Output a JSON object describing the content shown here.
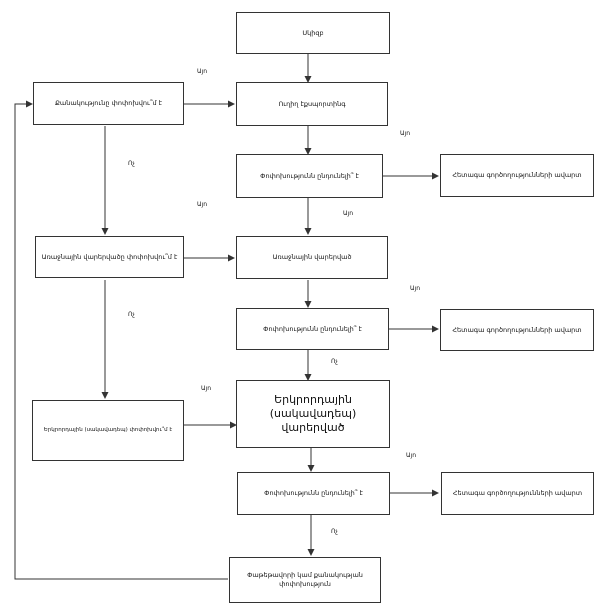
{
  "nodes": {
    "start": "Սկիզբ",
    "direct_purchase": "Ուղիղ էքսպորտինգ",
    "q_quantity": "Քանակությունը փոփոխվու՞մ է",
    "q_changes_1": "Փոփոխությունն ընդունելի՞ է",
    "result_1": "Հետագա գործողությունների ավարտ",
    "q_first_revision": "Առաջնային վարերվածը փոփոխվու՞մ է",
    "first_revision": "Առաջնային վարերված",
    "q_changes_2": "Փոփոխությունն ընդունելի՞ է",
    "result_2": "Հետագա գործողությունների ավարտ",
    "q_second_revision": "Երկրորդային (սակավադեպ) փոփոխվու՞մ է",
    "second_revision_title": "Երկրորդային",
    "second_revision_sub": "(սակավադեպ)",
    "second_revision_tail": "վարերված",
    "q_changes_3": "Փոփոխությունն ընդունելի՞ է",
    "result_3": "Հետագա գործողությունների ավարտ",
    "final": "Փաթեթավորի կամ քանակության փոփոխություն"
  },
  "labels": {
    "yes": "Այո",
    "no": "Ոչ"
  }
}
